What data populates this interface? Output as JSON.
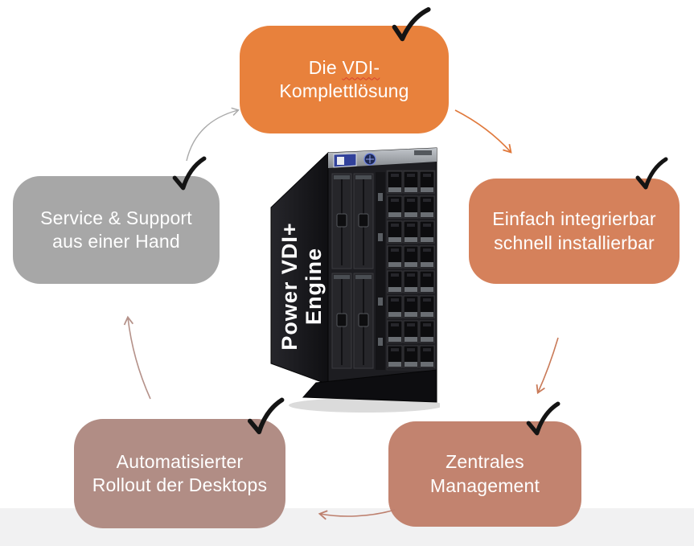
{
  "slide": {
    "background_color": "#ffffff",
    "footer_band_color": "#f1f1f2"
  },
  "nodes": {
    "top": {
      "line1_a": "Die",
      "line1_b": "VDI-",
      "line2": "Komplettlösung",
      "color": "#E8813C",
      "text_color": "#ffffff",
      "spellcheck_underline_color": "#d8402f"
    },
    "right": {
      "line1": "Einfach integrierbar",
      "line2": "schnell installierbar",
      "color": "#D5815B",
      "text_color": "#ffffff"
    },
    "bottom_right": {
      "line1": "Zentrales",
      "line2": "Management",
      "color": "#C2836F",
      "text_color": "#ffffff"
    },
    "bottom_left": {
      "line1": "Automatisierter",
      "line2": "Rollout der Desktops",
      "color": "#B18D85",
      "text_color": "#ffffff"
    },
    "left": {
      "line1": "Service & Support",
      "line2": "aus einer Hand",
      "color": "#A7A7A7",
      "text_color": "#ffffff"
    }
  },
  "server": {
    "label_line1": "Power VDI+",
    "label_line2": "Engine",
    "label_color": "#ffffff"
  },
  "arrows": {
    "gray": "#AAAAAA",
    "orange": "#E0793C",
    "salmon": "#C97A58",
    "rose": "#BD7F6D",
    "mauve": "#B5928A"
  },
  "checkmark": {
    "color": "#141414"
  }
}
